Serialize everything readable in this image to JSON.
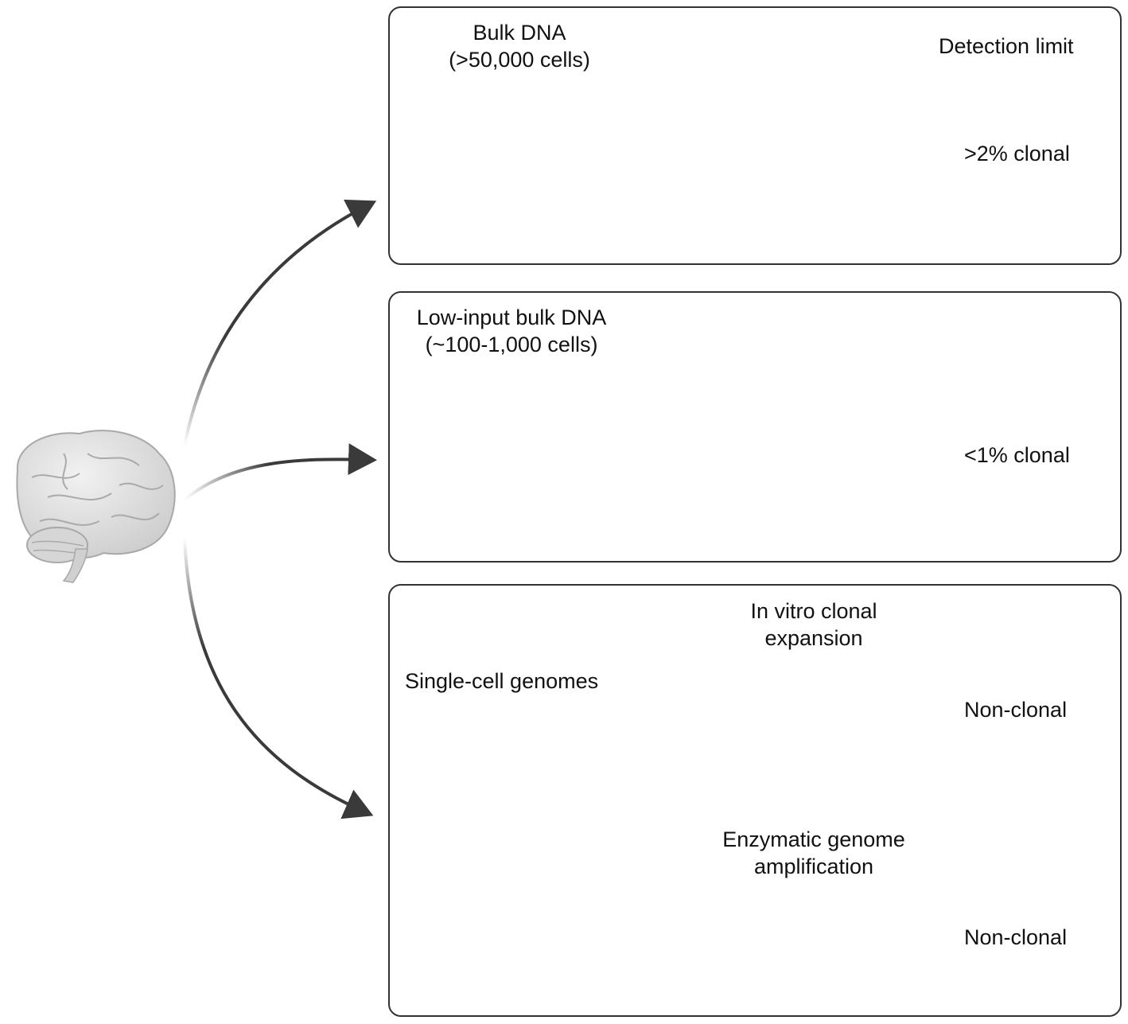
{
  "panels": {
    "bulk": {
      "title_line1": "Bulk DNA",
      "title_line2": "(>50,000 cells)",
      "header": "Detection limit",
      "limit": ">2% clonal"
    },
    "low_input": {
      "title_line1": "Low-input bulk DNA",
      "title_line2": "(~100-1,000 cells)",
      "limit": "<1% clonal"
    },
    "single_cell": {
      "title": "Single-cell genomes",
      "clonal_expansion": {
        "line1": "In vitro clonal",
        "line2": "expansion",
        "limit": "Non-clonal"
      },
      "amplification": {
        "line1": "Enzymatic genome",
        "line2": "amplification",
        "limit": "Non-clonal"
      }
    }
  },
  "colors": {
    "border": "#333333",
    "arrow": "#3a3a3a",
    "dna_normal": "#8a8a8a",
    "dna_mutant": "#c2185b",
    "tissue": "#f2b6b0",
    "stain": "#7b2d8e",
    "cell_fill": "#d9d9d9",
    "cell_nucleus": "#9e9e9e",
    "star": "#d32f2f",
    "single_cells": [
      "#f4b06a",
      "#2a8fc9",
      "#7a4fa8",
      "#4caf50",
      "#f6c89a"
    ]
  }
}
